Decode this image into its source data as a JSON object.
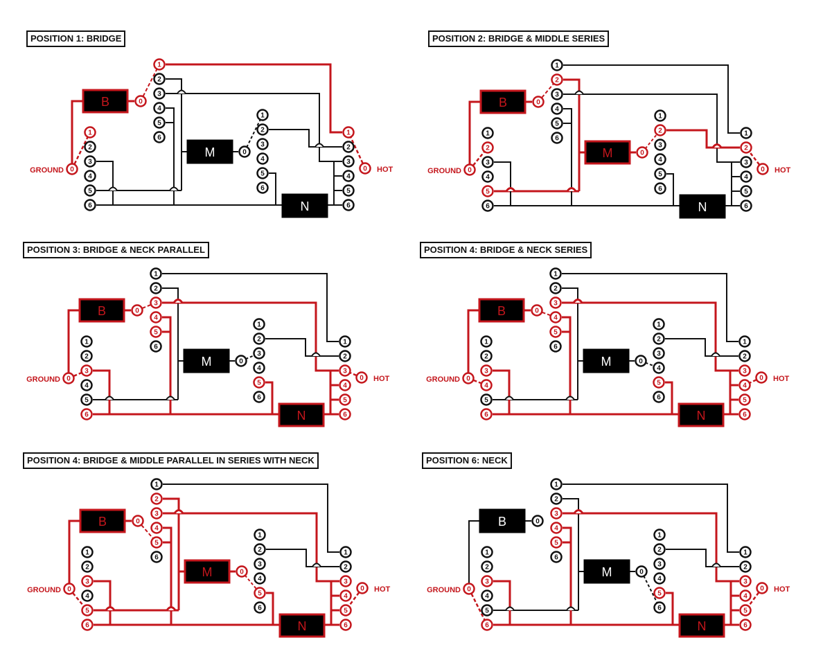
{
  "colors": {
    "active": "#c4161c",
    "inactive": "#111111",
    "background": "#ffffff"
  },
  "labels": {
    "ground": "GROUND",
    "hot": "HOT"
  },
  "pickups": {
    "bridge": "B",
    "middle": "M",
    "neck": "N"
  },
  "terminal_numbers": [
    "1",
    "2",
    "3",
    "4",
    "5",
    "6"
  ],
  "common_terminal": "0",
  "panels": [
    {
      "title": "POSITION 1: BRIDGE",
      "active_pickups": [
        "bridge"
      ],
      "switch_positions": {
        "ground": 1,
        "bridge": 1,
        "middle": 1,
        "hot": 1
      },
      "active_terminals": {
        "ground": [
          1
        ],
        "bridge": [
          1
        ],
        "middle": [],
        "hot": [
          1
        ]
      },
      "active_wires": [
        "bridge_ground",
        "bridge_common",
        "top1_to_hot1"
      ]
    },
    {
      "title": "POSITION 2: BRIDGE & MIDDLE SERIES",
      "active_pickups": [
        "bridge",
        "middle"
      ],
      "switch_positions": {
        "ground": 2,
        "bridge": 2,
        "middle": 2,
        "hot": 2
      },
      "active_terminals": {
        "ground": [
          2,
          5
        ],
        "bridge": [
          2
        ],
        "middle": [
          2
        ],
        "hot": [
          2
        ]
      },
      "active_wires": [
        "bridge_ground",
        "bridge_common",
        "top2_to_m",
        "ground5_to_top2",
        "middle_common",
        "mid2_to_hot2"
      ]
    },
    {
      "title": "POSITION 3: BRIDGE & NECK PARALLEL",
      "active_pickups": [
        "bridge",
        "neck"
      ],
      "switch_positions": {
        "ground": 3,
        "bridge": 3,
        "middle": 3,
        "hot": 3
      },
      "active_terminals": {
        "ground": [
          3,
          6
        ],
        "bridge": [
          3,
          4,
          5
        ],
        "middle": [
          5
        ],
        "hot": [
          3,
          4,
          5,
          6
        ]
      },
      "active_wires": [
        "bridge_ground",
        "bridge_common",
        "top3_to_hot3",
        "top45_to_bus",
        "ground3_to_bus",
        "bus",
        "mid5_to_bus",
        "neck_to_hotbus",
        "hotbus"
      ]
    },
    {
      "title": "POSITION 4: BRIDGE & NECK SERIES",
      "active_pickups": [
        "bridge",
        "neck"
      ],
      "switch_positions": {
        "ground": 4,
        "bridge": 4,
        "middle": 4,
        "hot": 4
      },
      "active_terminals": {
        "ground": [
          3,
          4,
          6
        ],
        "bridge": [
          3,
          4,
          5
        ],
        "middle": [
          5
        ],
        "hot": [
          3,
          4,
          5,
          6
        ]
      },
      "active_wires": [
        "bridge_ground",
        "bridge_common",
        "top3_to_hot3",
        "top45_to_bus",
        "ground3_to_bus",
        "bus",
        "mid5_to_bus",
        "neck_to_hotbus",
        "hotbus"
      ]
    },
    {
      "title": "POSITION 4: BRIDGE & MIDDLE PARALLEL IN SERIES WITH NECK",
      "active_pickups": [
        "bridge",
        "middle",
        "neck"
      ],
      "switch_positions": {
        "ground": 5,
        "bridge": 5,
        "middle": 5,
        "hot": 5
      },
      "active_terminals": {
        "ground": [
          3,
          5,
          6
        ],
        "bridge": [
          2,
          3,
          4,
          5
        ],
        "middle": [
          5
        ],
        "hot": [
          3,
          4,
          5,
          6
        ]
      },
      "active_wires": [
        "bridge_ground",
        "bridge_common",
        "middle_common",
        "top2_to_m",
        "ground5_to_top2",
        "top3_to_hot3",
        "top45_to_bus",
        "ground3_to_bus",
        "bus",
        "mid5_to_bus",
        "neck_to_hotbus",
        "hotbus"
      ]
    },
    {
      "title": "POSITION 6: NECK",
      "active_pickups": [
        "neck"
      ],
      "switch_positions": {
        "ground": 6,
        "bridge": 0,
        "middle": 6,
        "hot": 5
      },
      "active_terminals": {
        "ground": [
          3,
          6
        ],
        "bridge": [
          3,
          4,
          5
        ],
        "middle": [
          5
        ],
        "hot": [
          3,
          4,
          5,
          6
        ]
      },
      "active_wires": [
        "top3_to_hot3",
        "top45_to_bus",
        "ground3_to_bus",
        "bus",
        "mid5_to_bus",
        "neck_to_hotbus",
        "hotbus"
      ]
    }
  ]
}
